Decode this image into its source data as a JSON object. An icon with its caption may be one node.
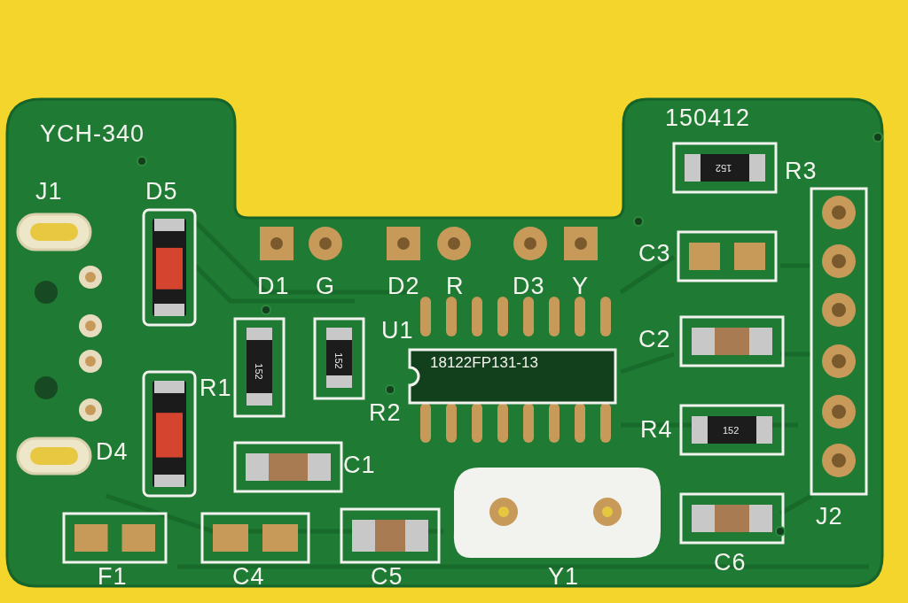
{
  "diagram": {
    "labels": [
      "YCH-340",
      "150412",
      "R3",
      "152",
      "J1",
      "D5",
      "C3",
      "D1",
      "G",
      "D2",
      "R",
      "D3",
      "Y",
      "U1",
      "C2",
      "152",
      "152",
      "18122FP131-13",
      "R1",
      "R2",
      "R4",
      "152",
      "D4",
      "C1",
      "J2",
      "F1",
      "C4",
      "C5",
      "Y1",
      "C6"
    ]
  }
}
